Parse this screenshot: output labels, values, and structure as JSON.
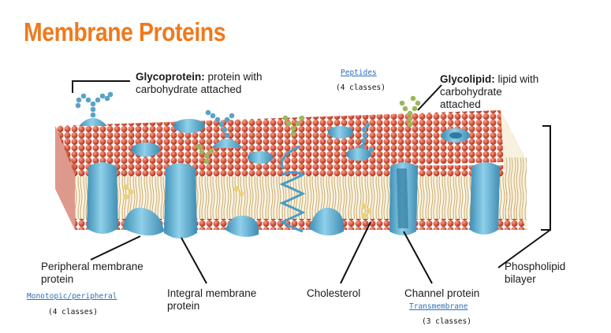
{
  "title": "Membrane Proteins",
  "labels": {
    "glycoprotein_term": "Glycoprotein:",
    "glycoprotein_desc_1": " protein with",
    "glycoprotein_desc_2": "carbohydrate attached",
    "glycolipid_term": "Glycolipid:",
    "glycolipid_desc_1": " lipid with",
    "glycolipid_desc_2": "carbohydrate",
    "glycolipid_desc_3": "attached",
    "peripheral_1": "Peripheral membrane",
    "peripheral_2": "protein",
    "integral_1": "Integral membrane",
    "integral_2": "protein",
    "cholesterol": "Cholesterol",
    "channel": "Channel protein",
    "phospholipid_1": "Phospholipid",
    "phospholipid_2": "bilayer"
  },
  "links": {
    "peptides": {
      "label": "Peptides",
      "count": "(4 classes)"
    },
    "monotopic": {
      "label": "Monotopic/peripheral",
      "count": "(4 classes)"
    },
    "transmembrane": {
      "label": "Transmembrane",
      "count": "(3 classes)"
    }
  },
  "colors": {
    "title": "#ee7a1e",
    "lipid_head": "#d9573f",
    "protein": "#5fb0d3",
    "cholesterol": "#e8d27a",
    "link": "#2e6fb5"
  }
}
